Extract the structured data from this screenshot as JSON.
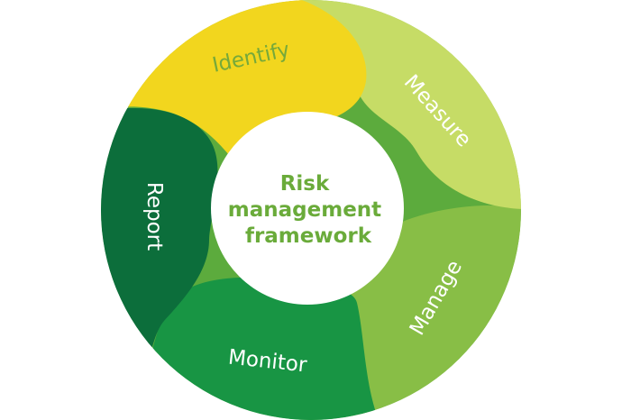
{
  "center": {
    "lines": [
      "Risk",
      "management",
      "framework"
    ],
    "text_color": "#6aab3a"
  },
  "stages": [
    {
      "id": "identify",
      "label": "Identify",
      "color": "#f2d61e",
      "text_color": "#76a93a"
    },
    {
      "id": "measure",
      "label": "Measure",
      "color": "#c6dc66",
      "text_color": "#ffffff"
    },
    {
      "id": "manage",
      "label": "Manage",
      "color": "#88be46",
      "text_color": "#ffffff"
    },
    {
      "id": "monitor",
      "label": "Monitor",
      "color": "#189544",
      "text_color": "#ffffff"
    },
    {
      "id": "report",
      "label": "Report",
      "color": "#0c6e3b",
      "text_color": "#ffffff"
    }
  ],
  "ring_base_color": "#5cab3d"
}
